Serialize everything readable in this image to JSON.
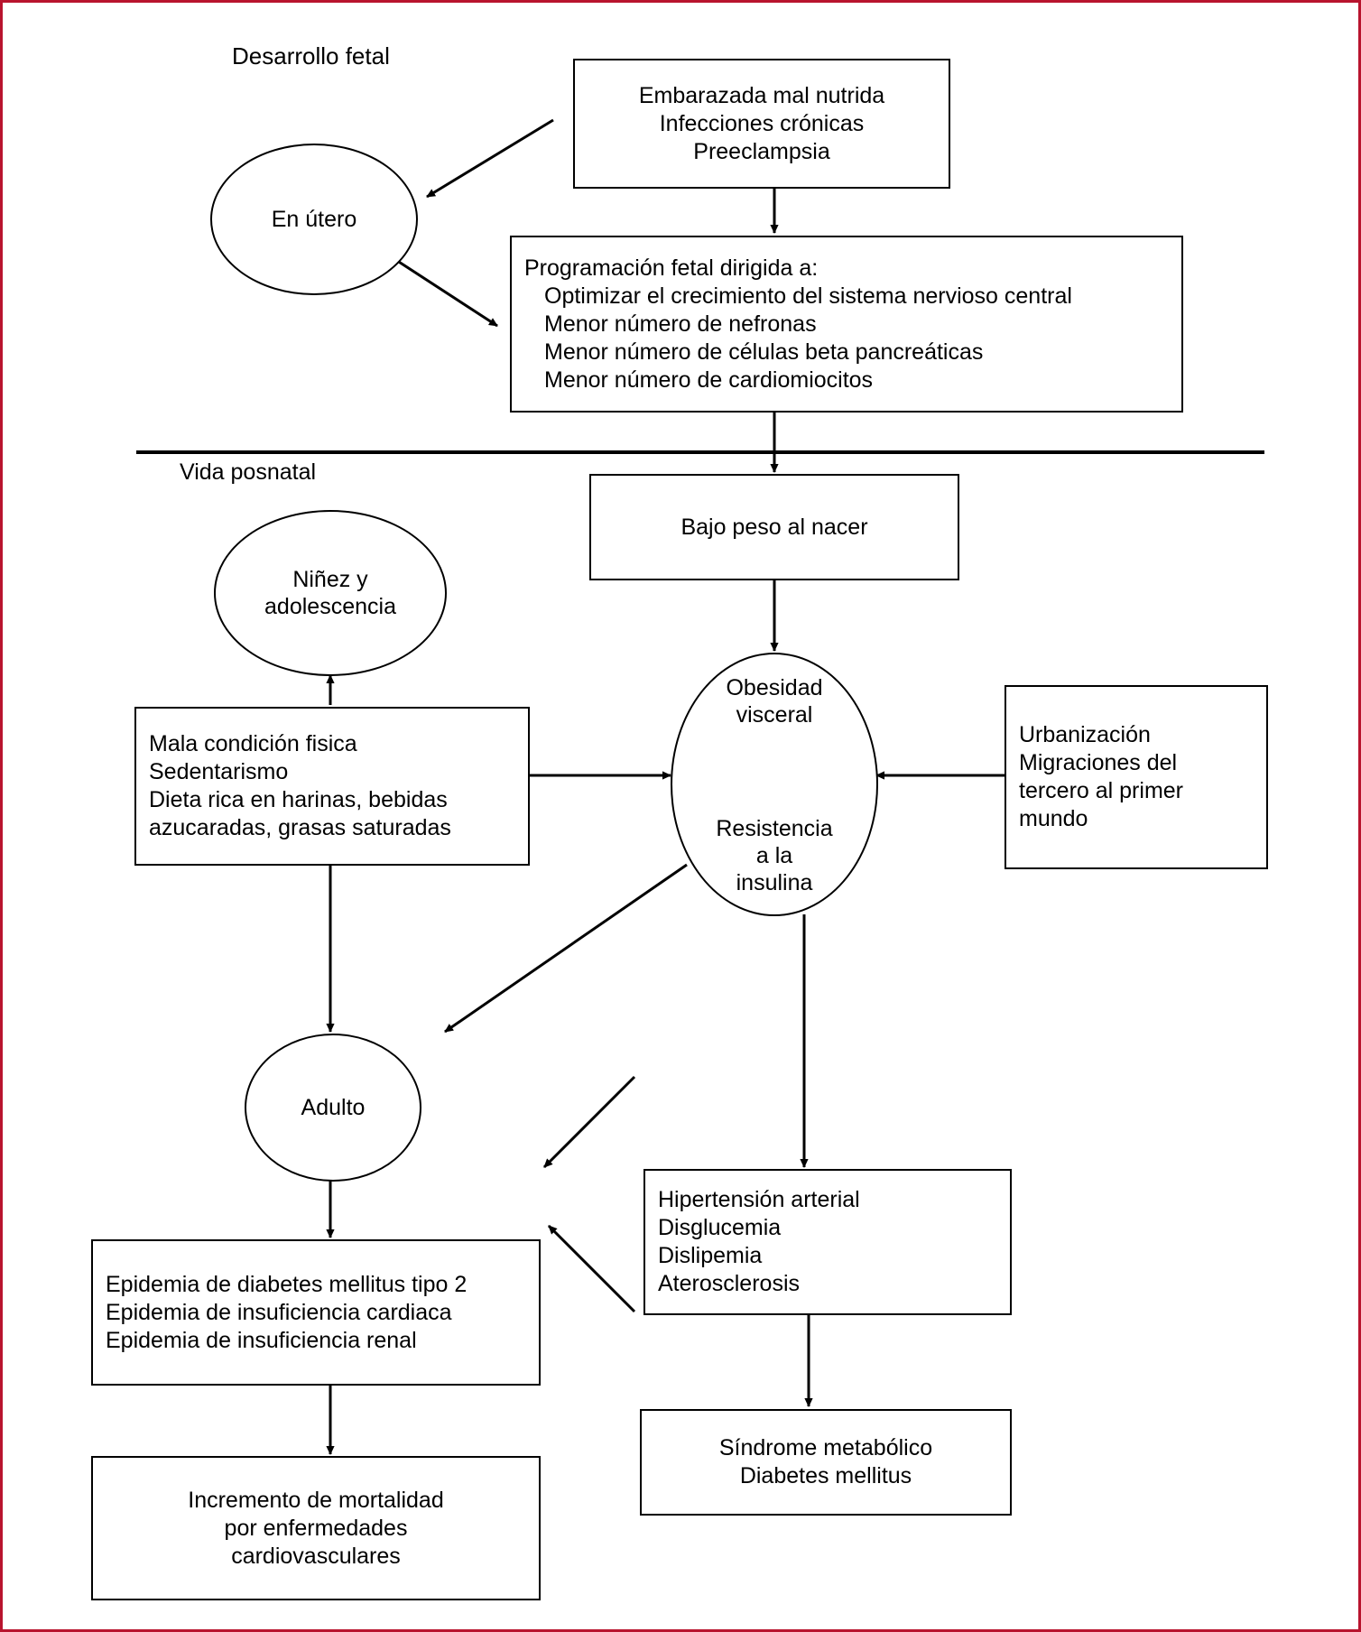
{
  "diagram": {
    "title_visible": false,
    "phases": [
      {
        "id": "fetal",
        "label": "Desarrollo fetal"
      },
      {
        "id": "postnatal",
        "label": "Vida posnatal"
      }
    ],
    "nodes": {
      "en_utero": {
        "shape": "ellipse",
        "lines": [
          "En útero"
        ]
      },
      "maternal_risks": {
        "shape": "box",
        "align": "center",
        "lines": [
          "Embarazada mal nutrida",
          "Infecciones crónicas",
          "Preeclampsia"
        ]
      },
      "fetal_programming": {
        "shape": "box",
        "align": "left",
        "lines": [
          "Programación fetal dirigida a:",
          "Optimizar el crecimiento del sistema nervioso central",
          "Menor número de nefronas",
          "Menor número de células beta pancreáticas",
          "Menor número de cardiomiocitos"
        ],
        "indented": [
          false,
          true,
          true,
          true,
          true
        ]
      },
      "low_birth_weight": {
        "shape": "box",
        "align": "center",
        "lines": [
          "Bajo peso al nacer"
        ]
      },
      "childhood": {
        "shape": "ellipse",
        "lines": [
          "Niñez y",
          "adolescencia"
        ]
      },
      "lifestyle": {
        "shape": "box",
        "align": "left",
        "lines": [
          "Mala condición fisica",
          "Sedentarismo",
          "Dieta rica en harinas, bebidas",
          "azucaradas, grasas saturadas"
        ]
      },
      "obesity_insulin": {
        "shape": "ellipse",
        "lines_top": [
          "Obesidad",
          "visceral"
        ],
        "lines_bottom": [
          "Resistencia",
          "a la",
          "insulina"
        ]
      },
      "urbanization": {
        "shape": "box",
        "align": "left",
        "lines": [
          "Urbanización",
          "Migraciones del",
          "tercero al primer",
          "mundo"
        ]
      },
      "adult": {
        "shape": "ellipse",
        "lines": [
          "Adulto"
        ]
      },
      "cardiometabolic": {
        "shape": "box",
        "align": "left",
        "lines": [
          "Hipertensión arterial",
          "Disglucemia",
          "Dislipemia",
          "Aterosclerosis"
        ]
      },
      "epidemics": {
        "shape": "box",
        "align": "left",
        "lines": [
          "Epidemia de diabetes mellitus tipo 2",
          "Epidemia de insuficiencia cardiaca",
          "Epidemia de insuficiencia renal"
        ]
      },
      "metabolic_syndrome": {
        "shape": "box",
        "align": "center",
        "lines": [
          "Síndrome metabólico",
          "Diabetes mellitus"
        ]
      },
      "mortality": {
        "shape": "box",
        "align": "center",
        "lines": [
          "Incremento de mortalidad",
          "por enfermedades",
          "cardiovasculares"
        ]
      }
    },
    "colors": {
      "border": "#b8142e",
      "stroke": "#000000",
      "background": "#ffffff"
    }
  }
}
